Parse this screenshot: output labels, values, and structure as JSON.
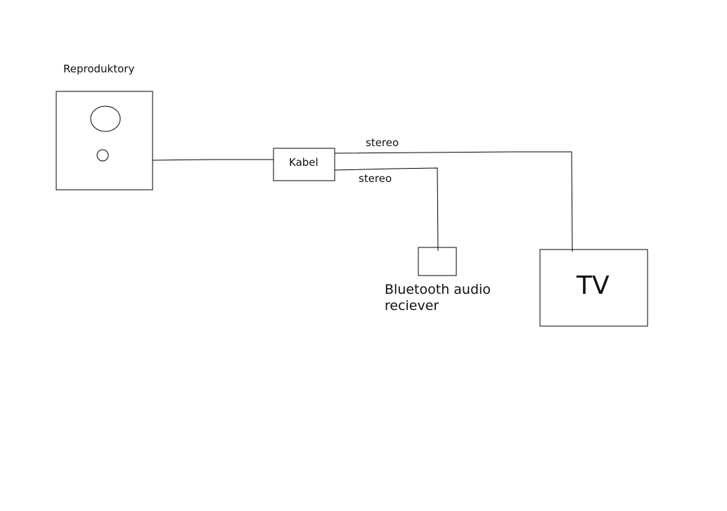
{
  "diagram": {
    "speaker_label": "Reproduktory",
    "cable_label": "Kabel",
    "stereo_label_top": "stereo",
    "stereo_label_bottom": "stereo",
    "bluetooth_label_line1": "Bluetooth audio",
    "bluetooth_label_line2": "reciever",
    "tv_label": "TV"
  }
}
